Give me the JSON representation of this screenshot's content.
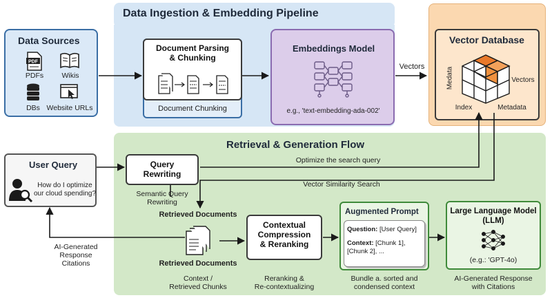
{
  "colors": {
    "ingestion_bg": "#d6e6f5",
    "sources_bg": "#dbe9f7",
    "embed_bg": "#dccdea",
    "vector_bg": "#fbd8b0",
    "retrieval_bg": "#d3e8c8",
    "prompt_border": "#3f8a3a",
    "llm_border": "#3f8a3a",
    "cube_accent": "#e9792a"
  },
  "ingestion": {
    "title": "Data Ingestion & Embedding Pipeline"
  },
  "sources": {
    "title": "Data Sources",
    "items": [
      "PDFs",
      "Wikis",
      "DBs",
      "Website URLs"
    ],
    "pdf_icon_text": "PDF"
  },
  "parsing": {
    "title": "Document Parsing\n& Chunking",
    "subtitle": "Document Chunking"
  },
  "embeddings": {
    "title": "Embeddings Model",
    "caption": "e.g., 'text-embedding-ada-002'"
  },
  "vectors_arrow_label": "Vectors",
  "vector_db": {
    "title": "Vector Database",
    "labels": {
      "left": "Medata",
      "right": "Vectors",
      "bottom_left": "Index",
      "bottom_right": "Metadata"
    }
  },
  "retrieval": {
    "title": "Retrieval & Generation Flow"
  },
  "user_query": {
    "title": "User Query",
    "text": "How do I optimize\nour cloud spending?"
  },
  "query_rewriting": {
    "title": "Query\nRewriting",
    "caption": "Semantic Query\nRewriting"
  },
  "optimize_label": "Optimize the search query",
  "similarity_label": "Vector Similarity Search",
  "retrieved_top": "Retrieved Documents",
  "retrieved_bottom": "Retrieved Documents",
  "context_caption": "Context /\nRetrieved Chunks",
  "compression": {
    "title": "Contextual\nCompression\n& Reranking",
    "caption": "Reranking &\nRe-contextualizing"
  },
  "augmented": {
    "title": "Augmented Prompt",
    "question_label": "Question:",
    "question_value": "[User Query]",
    "context_label": "Context:",
    "context_value": "[Chunk 1],\n[Chunk 2], ...",
    "caption": "Bundle a. sorted and\ncondensed context"
  },
  "llm": {
    "title": "Large Language Model\n(LLM)",
    "example": "(e.g.: 'GPT-4o)",
    "caption": "AI-Generated Response\nwith Citations"
  },
  "response_label": "AI-Generated\nResponse\nCitations"
}
